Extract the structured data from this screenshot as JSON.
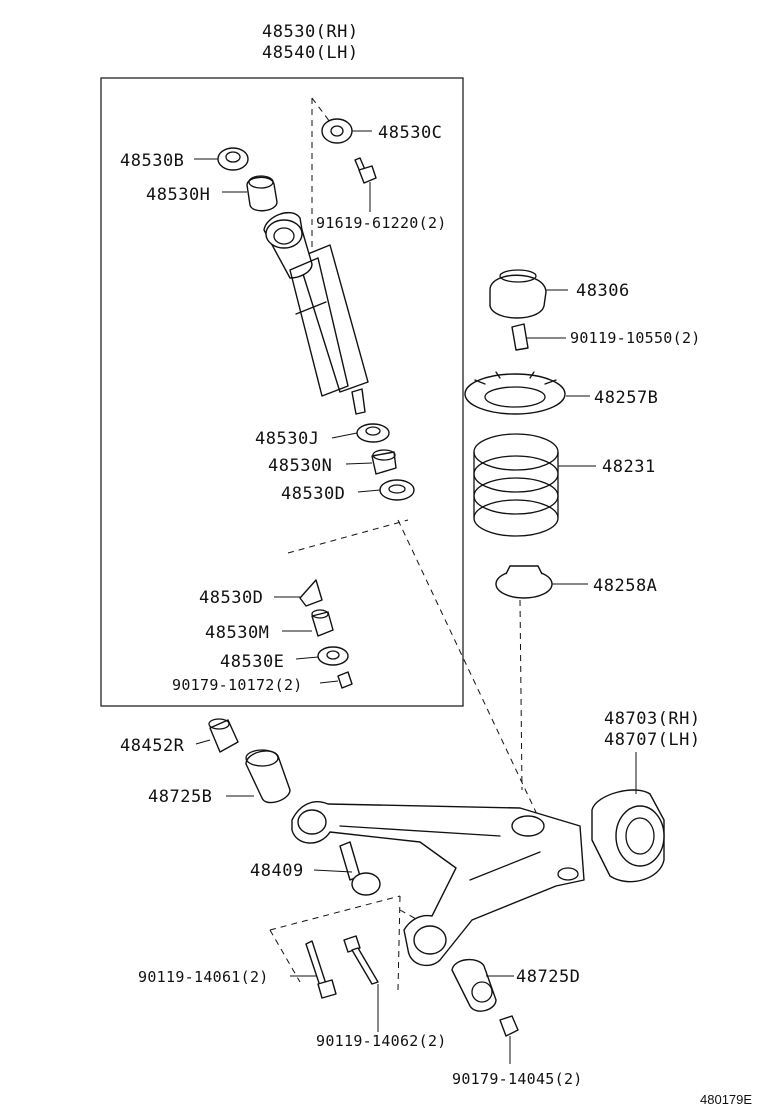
{
  "labels": {
    "top_assembly_rh": "48530(RH)",
    "top_assembly_lh": "48540(LH)",
    "p48530c": "48530C",
    "p48530b": "48530B",
    "p48530h": "48530H",
    "bolt_91619": "91619-61220(2)",
    "p48306": "48306",
    "bolt_90119_10550": "90119-10550(2)",
    "p48257b": "48257B",
    "p48530j": "48530J",
    "p48530n": "48530N",
    "p48231": "48231",
    "p48530d_upper": "48530D",
    "p48258a": "48258A",
    "p48530d_lower": "48530D",
    "p48530m": "48530M",
    "p48530e": "48530E",
    "nut_90179_10172": "90179-10172(2)",
    "knuckle_rh": "48703(RH)",
    "knuckle_lh": "48707(LH)",
    "p48452r": "48452R",
    "p48725b": "48725B",
    "p48409": "48409",
    "bolt_90119_14061": "90119-14061(2)",
    "p48725d": "48725D",
    "bolt_90119_14062": "90119-14062(2)",
    "nut_90179_14045": "90179-14045(2)",
    "diagram_ref": "480179E"
  }
}
